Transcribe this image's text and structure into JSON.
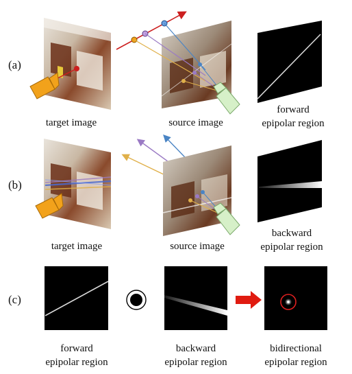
{
  "rows": {
    "a": {
      "label": "(a)",
      "target": "target image",
      "source": "source image",
      "region_line1": "forward",
      "region_line2": "epipolar region"
    },
    "b": {
      "label": "(b)",
      "target": "target image",
      "source": "source image",
      "region_line1": "backward",
      "region_line2": "epipolar region"
    },
    "c": {
      "label": "(c)",
      "forward_line1": "forward",
      "forward_line2": "epipolar region",
      "backward_line1": "backward",
      "backward_line2": "epipolar region",
      "bidir_line1": "bidirectional",
      "bidir_line2": "epipolar region"
    }
  },
  "colors": {
    "camera_target": "#f2a21b",
    "camera_source": "#d6f0c8",
    "ray_red": "#cc1f1f",
    "ray_purple": "#9a7ac4",
    "ray_blue": "#4a84c4",
    "ray_yellow": "#e0b04a",
    "arrow_red": "#e01b10",
    "highlight_circle": "#e02020"
  }
}
